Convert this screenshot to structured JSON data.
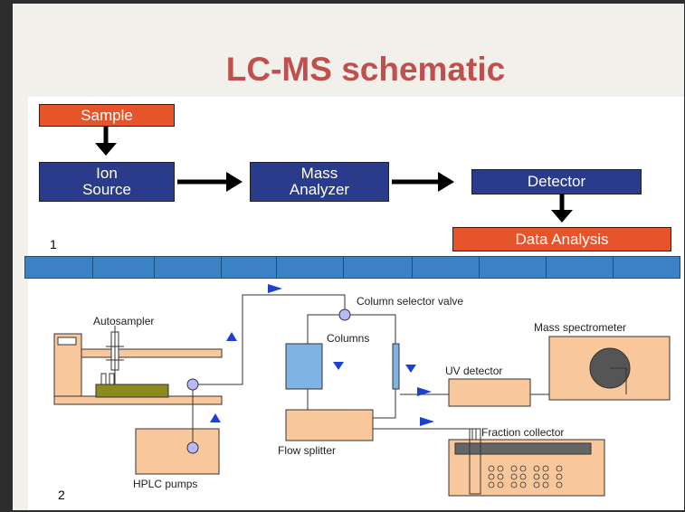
{
  "title": "LC-MS schematic",
  "panel1": {
    "number": "1",
    "sample": "Sample",
    "ion_source_line1": "Ion",
    "ion_source_line2": "Source",
    "mass_analyzer_line1": "Mass",
    "mass_analyzer_line2": "Analyzer",
    "detector": "Detector",
    "data_analysis": "Data Analysis"
  },
  "panel2": {
    "number": "2",
    "autosampler": "Autosampler",
    "hplc_pumps": "HPLC pumps",
    "column_selector_valve": "Column selector valve",
    "columns": "Columns",
    "uv_detector": "UV detector",
    "mass_spectrometer": "Mass spectrometer",
    "flow_splitter": "Flow splitter",
    "fraction_collector": "Fraction collector"
  },
  "colors": {
    "title": "#c0504d",
    "orange_box": "#e8542a",
    "navy_box": "#2a3b8c",
    "divider_bar": "#3a82c4",
    "tan_component": "#f8c79b",
    "column_blue": "#7fb3e6",
    "olive_tray": "#8a8a1e",
    "arrow_triangle": "#1e3fd0"
  }
}
